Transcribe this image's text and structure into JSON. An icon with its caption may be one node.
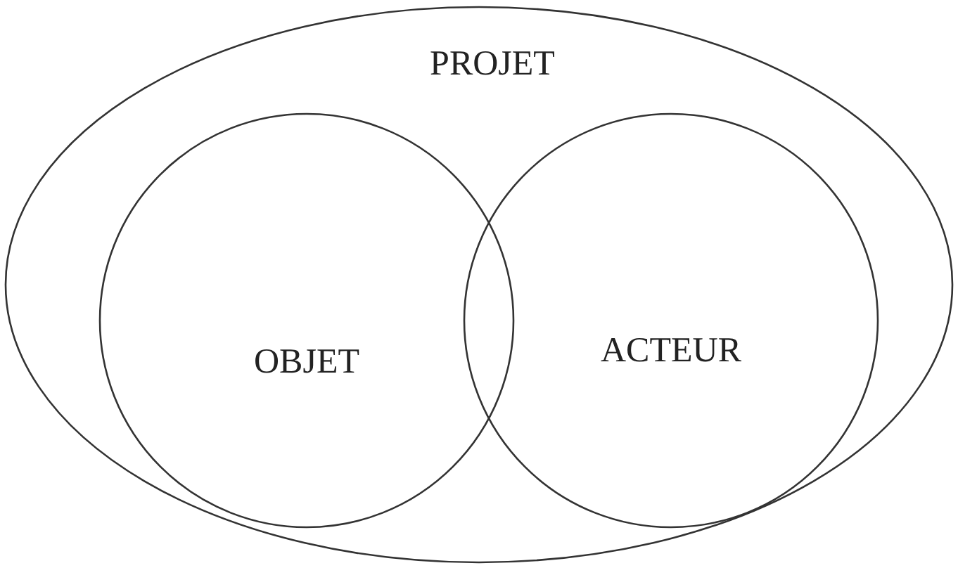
{
  "diagram": {
    "nodes": [
      {
        "text": [
          "PROJET"
        ]
      },
      {
        "text": [
          "OBJET"
        ],
        "in": 0
      },
      {
        "text": [
          "ACTEUR"
        ],
        "in": 0
      }
    ]
  }
}
